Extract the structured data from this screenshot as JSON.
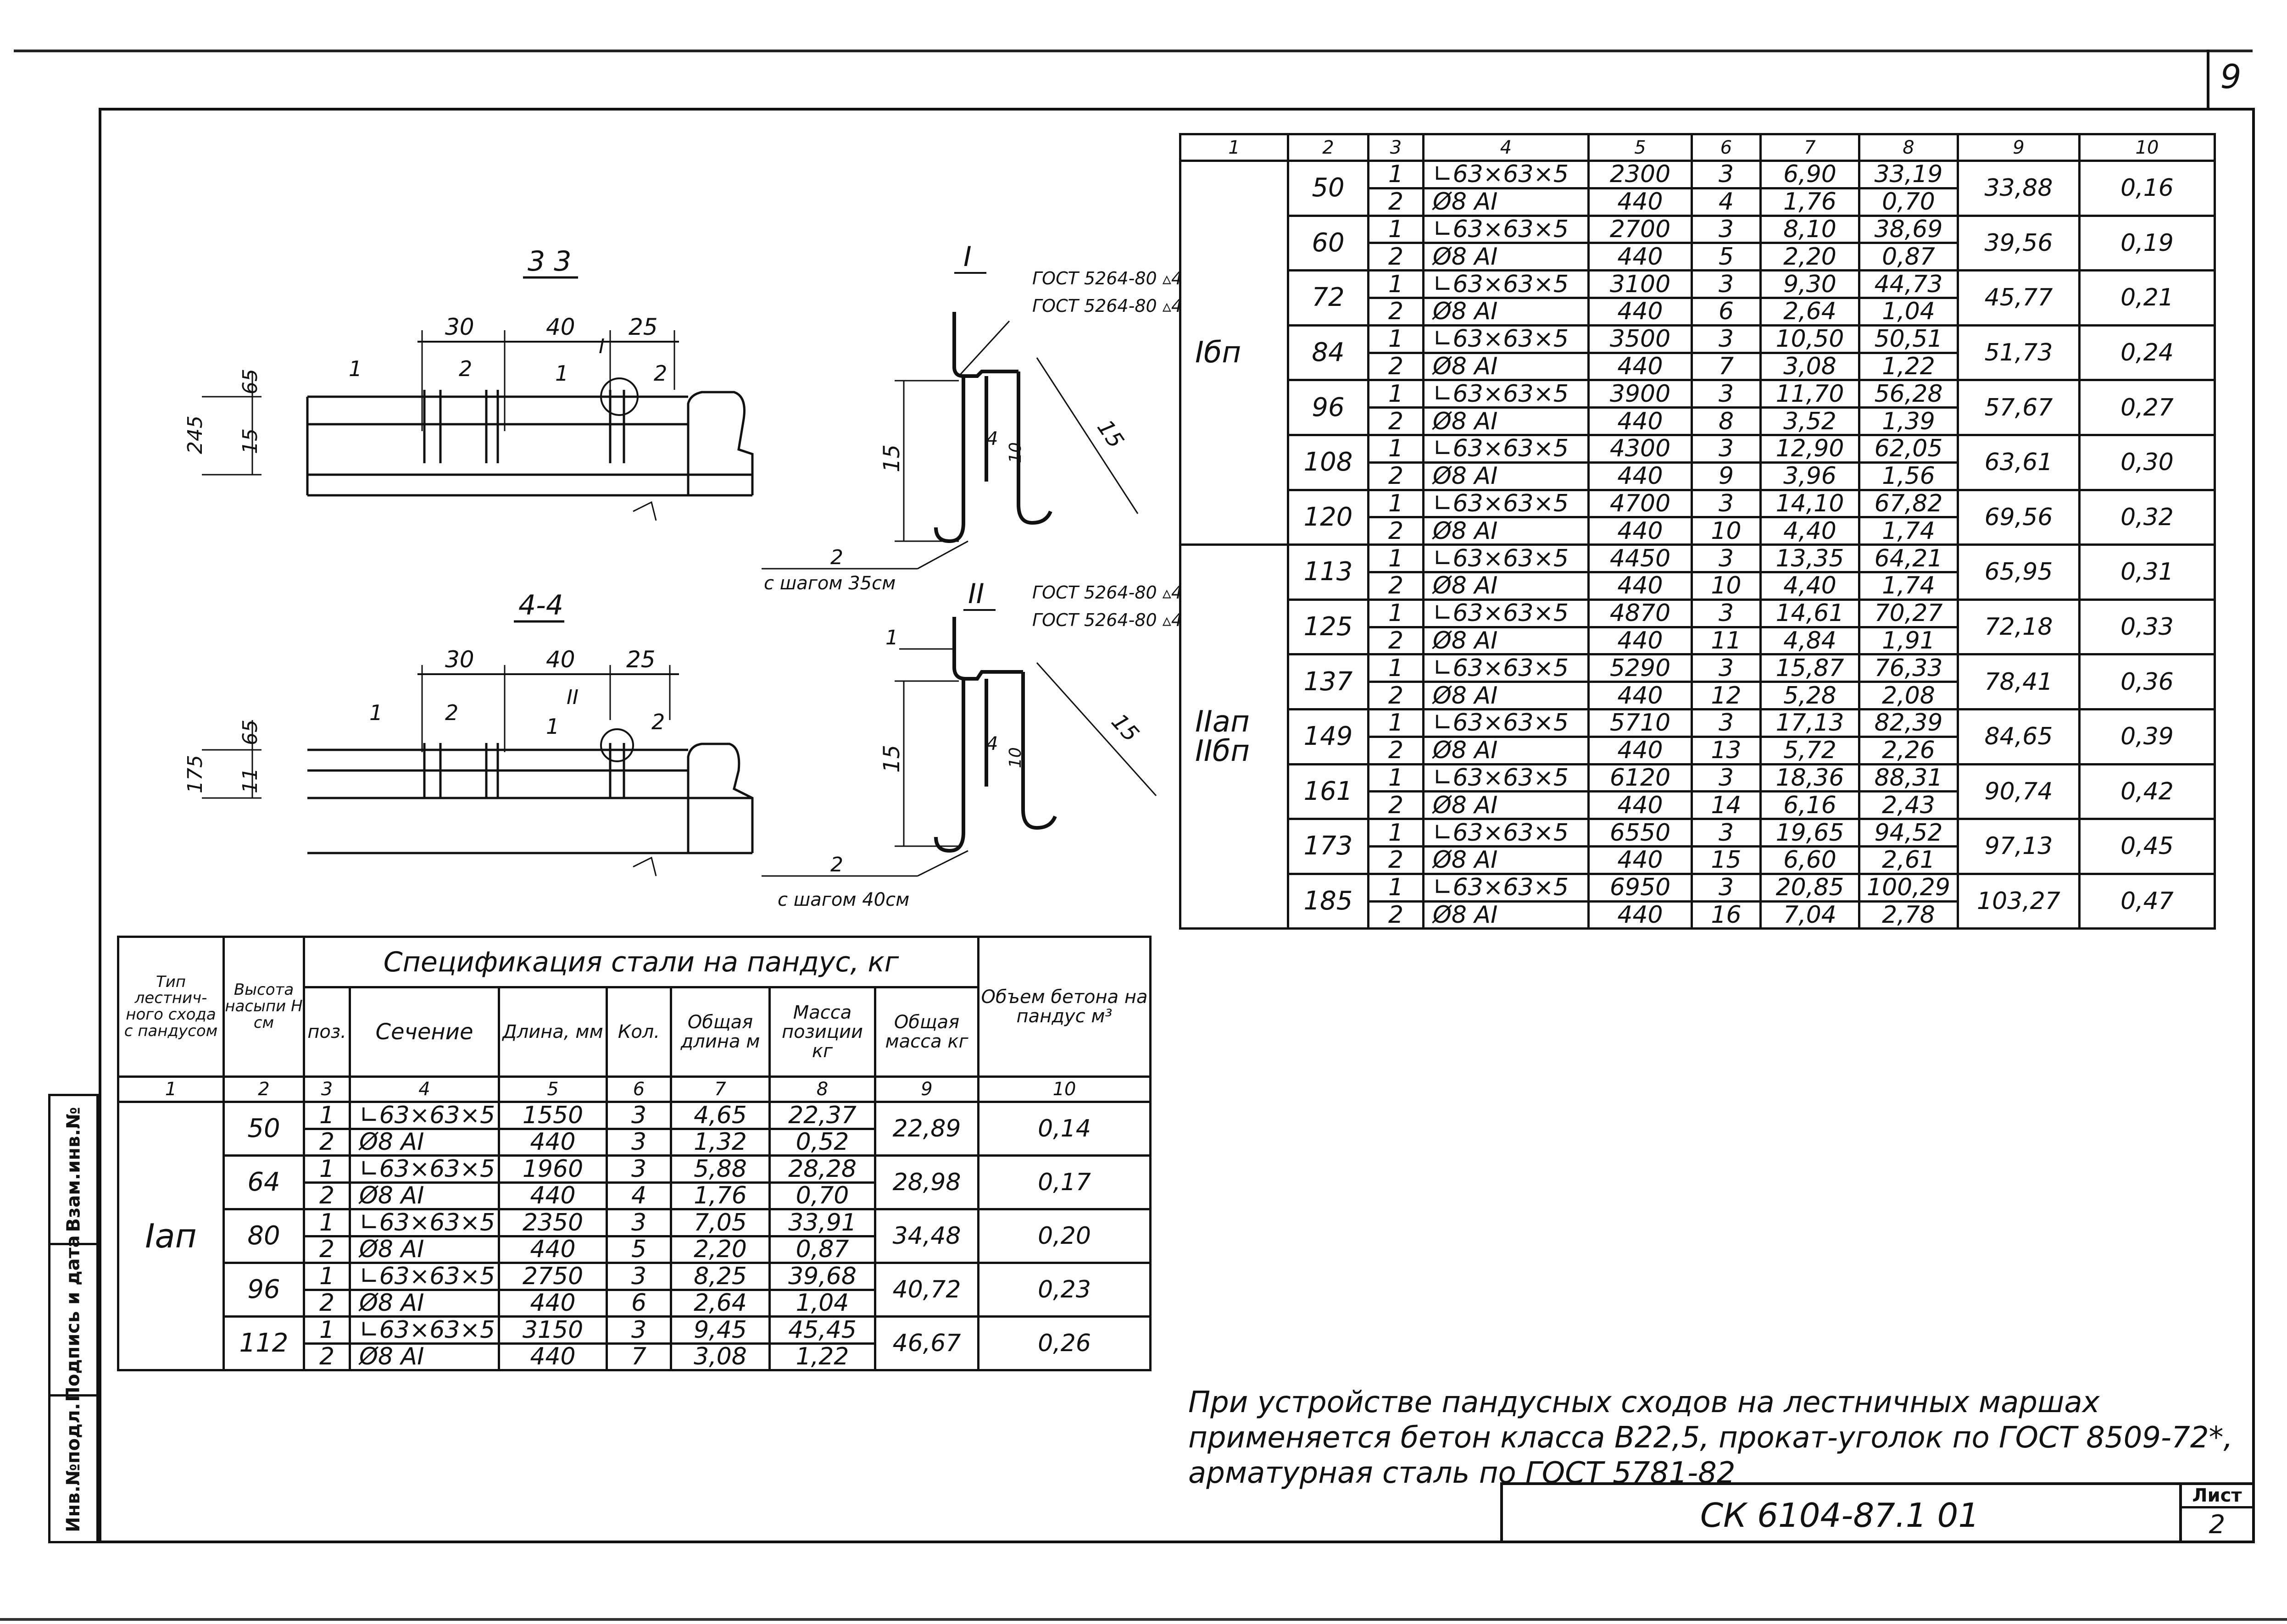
{
  "sheet_number": "9",
  "stamp_labels": [
    "Инв.№подл.",
    "Подпись и дата",
    "Взам.инв.№"
  ],
  "drawings": {
    "section_33": {
      "title": "3 3",
      "dims": [
        "30",
        "40",
        "25",
        "65",
        "245",
        "15"
      ],
      "labels": [
        "1",
        "2",
        "1",
        "2",
        "I"
      ]
    },
    "section_44": {
      "title": "4-4",
      "dims": [
        "30",
        "40",
        "25",
        "65",
        "175",
        "11"
      ],
      "labels": [
        "1",
        "2",
        "1",
        "2",
        "II"
      ]
    },
    "detail_I": {
      "title": "I",
      "gost1": "ГОСТ 5264-80 ▵4",
      "gost2": "ГОСТ 5264-80 ▵4",
      "dims": [
        "15",
        "15",
        "4",
        "10"
      ],
      "label_pos": "2",
      "step": "с шагом 35см"
    },
    "detail_II": {
      "title": "II",
      "gost1": "ГОСТ 5264-80 ▵4",
      "gost2": "ГОСТ 5264-80 ▵4",
      "dims": [
        "15",
        "15",
        "4",
        "10"
      ],
      "label_pos1": "1",
      "label_pos2": "2",
      "step": "с шагом 40см"
    }
  },
  "left_table": {
    "headers": {
      "type": "Тип лестнич-ного схода с пандусом",
      "height": "Высота насыпи H см",
      "spec": "Спецификация стали на пандус, кг",
      "pos": "поз.",
      "section": "Сечение",
      "length": "Длина, мм",
      "qty": "Кол.",
      "total_len": "Общая длина м",
      "mass_pos": "Масса позиции кг",
      "total_mass": "Общая масса кг",
      "volume": "Объем бетона на пандус м³"
    },
    "col_numbers": [
      "1",
      "2",
      "3",
      "4",
      "5",
      "6",
      "7",
      "8",
      "9",
      "10"
    ],
    "type": "Iап",
    "groups": [
      {
        "h": "50",
        "total": "22,89",
        "vol": "0,14",
        "rows": [
          [
            "1",
            "∟63×63×5",
            "1550",
            "3",
            "4,65",
            "22,37"
          ],
          [
            "2",
            "Ø8 АI",
            "440",
            "3",
            "1,32",
            "0,52"
          ]
        ]
      },
      {
        "h": "64",
        "total": "28,98",
        "vol": "0,17",
        "rows": [
          [
            "1",
            "∟63×63×5",
            "1960",
            "3",
            "5,88",
            "28,28"
          ],
          [
            "2",
            "Ø8 АI",
            "440",
            "4",
            "1,76",
            "0,70"
          ]
        ]
      },
      {
        "h": "80",
        "total": "34,48",
        "vol": "0,20",
        "rows": [
          [
            "1",
            "∟63×63×5",
            "2350",
            "3",
            "7,05",
            "33,91"
          ],
          [
            "2",
            "Ø8 АI",
            "440",
            "5",
            "2,20",
            "0,87"
          ]
        ]
      },
      {
        "h": "96",
        "total": "40,72",
        "vol": "0,23",
        "rows": [
          [
            "1",
            "∟63×63×5",
            "2750",
            "3",
            "8,25",
            "39,68"
          ],
          [
            "2",
            "Ø8 АI",
            "440",
            "6",
            "2,64",
            "1,04"
          ]
        ]
      },
      {
        "h": "112",
        "total": "46,67",
        "vol": "0,26",
        "rows": [
          [
            "1",
            "∟63×63×5",
            "3150",
            "3",
            "9,45",
            "45,45"
          ],
          [
            "2",
            "Ø8 АI",
            "440",
            "7",
            "3,08",
            "1,22"
          ]
        ]
      }
    ]
  },
  "right_table": {
    "col_numbers": [
      "1",
      "2",
      "3",
      "4",
      "5",
      "6",
      "7",
      "8",
      "9",
      "10"
    ],
    "blocks": [
      {
        "type": "Iбп",
        "groups": [
          {
            "h": "50",
            "total": "33,88",
            "vol": "0,16",
            "rows": [
              [
                "1",
                "∟63×63×5",
                "2300",
                "3",
                "6,90",
                "33,19"
              ],
              [
                "2",
                "Ø8 АI",
                "440",
                "4",
                "1,76",
                "0,70"
              ]
            ]
          },
          {
            "h": "60",
            "total": "39,56",
            "vol": "0,19",
            "rows": [
              [
                "1",
                "∟63×63×5",
                "2700",
                "3",
                "8,10",
                "38,69"
              ],
              [
                "2",
                "Ø8 АI",
                "440",
                "5",
                "2,20",
                "0,87"
              ]
            ]
          },
          {
            "h": "72",
            "total": "45,77",
            "vol": "0,21",
            "rows": [
              [
                "1",
                "∟63×63×5",
                "3100",
                "3",
                "9,30",
                "44,73"
              ],
              [
                "2",
                "Ø8 АI",
                "440",
                "6",
                "2,64",
                "1,04"
              ]
            ]
          },
          {
            "h": "84",
            "total": "51,73",
            "vol": "0,24",
            "rows": [
              [
                "1",
                "∟63×63×5",
                "3500",
                "3",
                "10,50",
                "50,51"
              ],
              [
                "2",
                "Ø8 АI",
                "440",
                "7",
                "3,08",
                "1,22"
              ]
            ]
          },
          {
            "h": "96",
            "total": "57,67",
            "vol": "0,27",
            "rows": [
              [
                "1",
                "∟63×63×5",
                "3900",
                "3",
                "11,70",
                "56,28"
              ],
              [
                "2",
                "Ø8 АI",
                "440",
                "8",
                "3,52",
                "1,39"
              ]
            ]
          },
          {
            "h": "108",
            "total": "63,61",
            "vol": "0,30",
            "rows": [
              [
                "1",
                "∟63×63×5",
                "4300",
                "3",
                "12,90",
                "62,05"
              ],
              [
                "2",
                "Ø8 АI",
                "440",
                "9",
                "3,96",
                "1,56"
              ]
            ]
          },
          {
            "h": "120",
            "total": "69,56",
            "vol": "0,32",
            "rows": [
              [
                "1",
                "∟63×63×5",
                "4700",
                "3",
                "14,10",
                "67,82"
              ],
              [
                "2",
                "Ø8 АI",
                "440",
                "10",
                "4,40",
                "1,74"
              ]
            ]
          }
        ]
      },
      {
        "type": "IIап IIбп",
        "groups": [
          {
            "h": "113",
            "total": "65,95",
            "vol": "0,31",
            "rows": [
              [
                "1",
                "∟63×63×5",
                "4450",
                "3",
                "13,35",
                "64,21"
              ],
              [
                "2",
                "Ø8 АI",
                "440",
                "10",
                "4,40",
                "1,74"
              ]
            ]
          },
          {
            "h": "125",
            "total": "72,18",
            "vol": "0,33",
            "rows": [
              [
                "1",
                "∟63×63×5",
                "4870",
                "3",
                "14,61",
                "70,27"
              ],
              [
                "2",
                "Ø8 АI",
                "440",
                "11",
                "4,84",
                "1,91"
              ]
            ]
          },
          {
            "h": "137",
            "total": "78,41",
            "vol": "0,36",
            "rows": [
              [
                "1",
                "∟63×63×5",
                "5290",
                "3",
                "15,87",
                "76,33"
              ],
              [
                "2",
                "Ø8 АI",
                "440",
                "12",
                "5,28",
                "2,08"
              ]
            ]
          },
          {
            "h": "149",
            "total": "84,65",
            "vol": "0,39",
            "rows": [
              [
                "1",
                "∟63×63×5",
                "5710",
                "3",
                "17,13",
                "82,39"
              ],
              [
                "2",
                "Ø8 АI",
                "440",
                "13",
                "5,72",
                "2,26"
              ]
            ]
          },
          {
            "h": "161",
            "total": "90,74",
            "vol": "0,42",
            "rows": [
              [
                "1",
                "∟63×63×5",
                "6120",
                "3",
                "18,36",
                "88,31"
              ],
              [
                "2",
                "Ø8 АI",
                "440",
                "14",
                "6,16",
                "2,43"
              ]
            ]
          },
          {
            "h": "173",
            "total": "97,13",
            "vol": "0,45",
            "rows": [
              [
                "1",
                "∟63×63×5",
                "6550",
                "3",
                "19,65",
                "94,52"
              ],
              [
                "2",
                "Ø8 АI",
                "440",
                "15",
                "6,60",
                "2,61"
              ]
            ]
          },
          {
            "h": "185",
            "total": "103,27",
            "vol": "0,47",
            "rows": [
              [
                "1",
                "∟63×63×5",
                "6950",
                "3",
                "20,85",
                "100,29"
              ],
              [
                "2",
                "Ø8 АI",
                "440",
                "16",
                "7,04",
                "2,78"
              ]
            ]
          }
        ]
      }
    ]
  },
  "note": "При устройстве пандусных сходов на лестничных маршах применяется бетон класса В22,5, прокат-уголок по ГОСТ 8509-72*, арматурная сталь по ГОСТ 5781-82",
  "title_block": {
    "code": "СК 6104-87.1 01",
    "sheet_label": "Лист",
    "sheet_number": "2"
  }
}
